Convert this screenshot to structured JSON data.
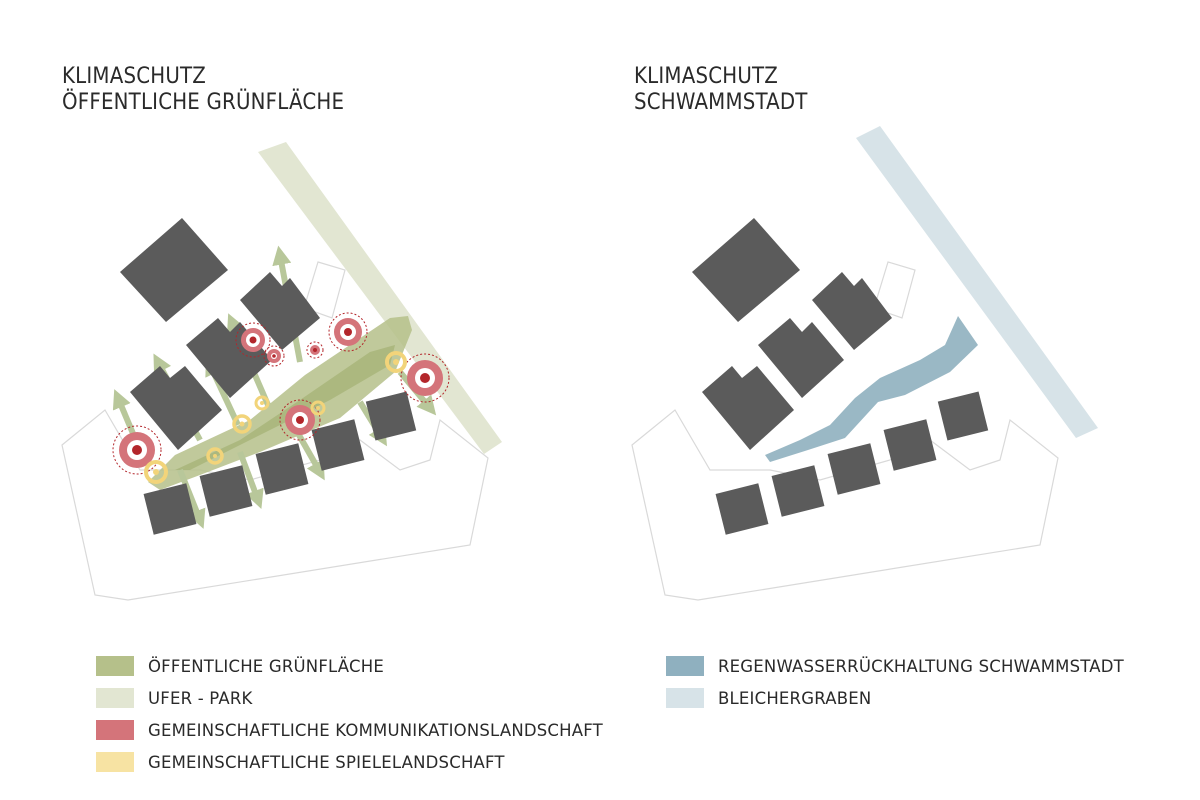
{
  "left_panel": {
    "title_line1": "KLIMASCHUTZ",
    "title_line2": "ÖFFENTLICHE GRÜNFLÄCHE",
    "legend": [
      {
        "label": "ÖFFENTLICHE GRÜNFLÄCHE",
        "color": "#b5c08a"
      },
      {
        "label": "UFER - PARK",
        "color": "#e2e6d2"
      },
      {
        "label": "GEMEINSCHAFTLICHE KOMMUNIKATIONSLANDSCHAFT",
        "color": "#d4747a"
      },
      {
        "label": "GEMEINSCHAFTLICHE SPIELELANDSCHAFT",
        "color": "#f7e3a3"
      }
    ]
  },
  "right_panel": {
    "title_line1": "KLIMASCHUTZ",
    "title_line2": "SCHWAMMSTADT",
    "legend": [
      {
        "label": "REGENWASSERRÜCKHALTUNG SCHWAMMSTADT",
        "color": "#8fb0bf"
      },
      {
        "label": "BLEICHERGRABEN",
        "color": "#d7e3e8"
      }
    ]
  },
  "colors": {
    "building": "#5b5b5b",
    "site_outline": "#d6d6d6",
    "arrow": "#b8c79a",
    "communication_dark": "#b3262b",
    "play_ring": "#f7e3a3"
  }
}
